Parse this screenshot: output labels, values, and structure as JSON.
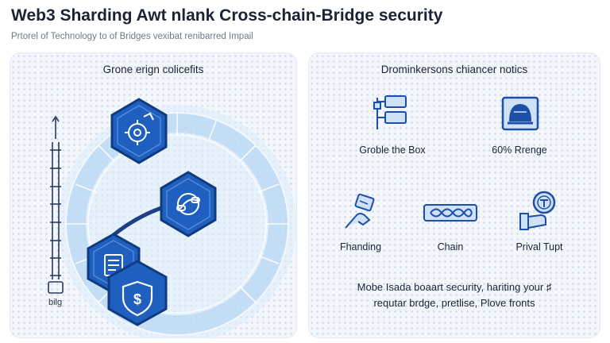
{
  "header": {
    "title": "Web3 Sharding Awt nlank Cross-chain-Bridge security",
    "subtitle": "Prtorel of Technology to of Bridges vexibat renibarred Impail"
  },
  "left_panel": {
    "title": "Grone erign colicefits",
    "ruler_label": "bilg",
    "hexagons": [
      {
        "icon": "gear-shield-icon"
      },
      {
        "icon": "chain-link-icon"
      },
      {
        "icon": "document-icon"
      },
      {
        "icon": "dollar-shield-icon"
      }
    ],
    "colors": {
      "hex_fill": "#1f5fbf",
      "hex_border": "#0f3a7d",
      "ring": "#9cc6ee",
      "curve": "#1e3f86"
    }
  },
  "right_panel": {
    "title": "Drominkersons chiancer notics",
    "items": [
      {
        "label": "Groble the Box",
        "icon": "network-boxes-icon"
      },
      {
        "label": "60% Rrenge",
        "icon": "helmet-monitor-icon"
      },
      {
        "label": "Fhanding",
        "icon": "hand-coin-icon"
      },
      {
        "label": "Chain",
        "icon": "chain-strip-icon"
      },
      {
        "label": "Prival Tupt",
        "icon": "hand-token-icon"
      }
    ],
    "footer_line1": "Mobe Isada boaart security, hariting your ♯",
    "footer_line2": "requtar brdge, pretlise, Plove fronts",
    "colors": {
      "icon_stroke": "#1d4fa8",
      "icon_fill": "#cfe1f7"
    }
  }
}
